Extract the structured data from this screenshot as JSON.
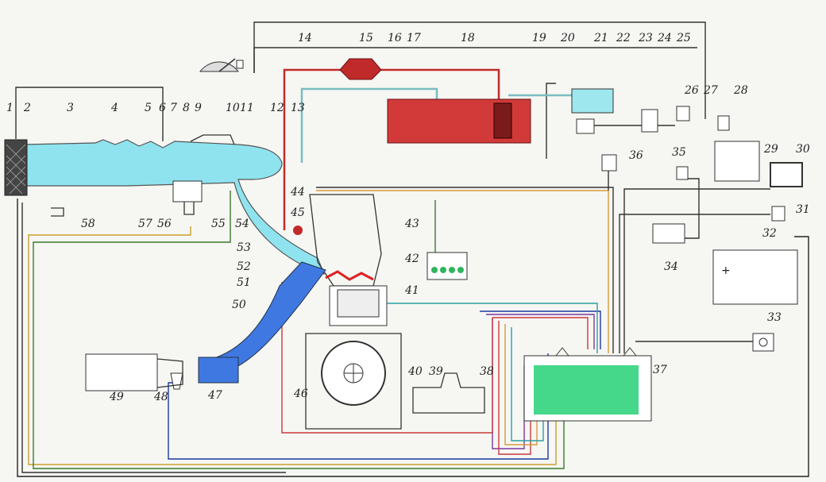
{
  "diagram": {
    "callouts": [
      "1",
      "2",
      "3",
      "4",
      "5",
      "6",
      "7",
      "8",
      "9",
      "10",
      "11",
      "12",
      "13",
      "14",
      "15",
      "16",
      "17",
      "18",
      "19",
      "20",
      "21",
      "22",
      "23",
      "24",
      "25",
      "26",
      "27",
      "28",
      "29",
      "30",
      "31",
      "32",
      "33",
      "34",
      "35",
      "36",
      "37",
      "38",
      "39",
      "40",
      "41",
      "42",
      "43",
      "44",
      "45",
      "46",
      "47",
      "48",
      "49",
      "50",
      "51",
      "52",
      "53",
      "54",
      "55",
      "56",
      "57",
      "58"
    ],
    "symbols": {
      "plus": "+"
    }
  },
  "colors": {
    "intake_air": "#8fe3ee",
    "exhaust": "#3f78e0",
    "fuel_tank": "#d23a3a",
    "fuel_line_pressure": "#c12a2a",
    "fuel_line_return": "#7bbcc2",
    "ecu": "#45d88a",
    "canister": "#9fe7ee",
    "coils": "#2fb55f",
    "wires": [
      "#222222",
      "#c8a12a",
      "#3a7a2a",
      "#7a3aa0",
      "#1a3aa0",
      "#c93a3a",
      "#d89a3a",
      "#2aa0a0",
      "#888888"
    ]
  }
}
